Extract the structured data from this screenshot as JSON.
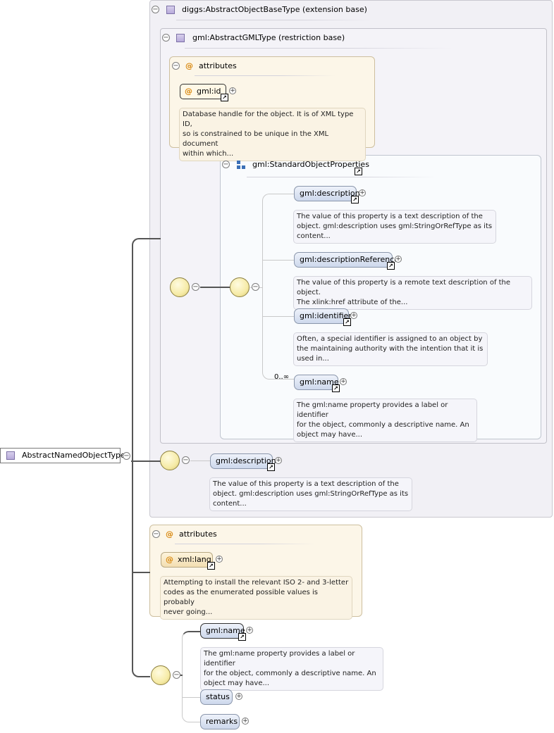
{
  "root": {
    "label": "AbstractNamedObjectType"
  },
  "base_type": {
    "label": "diggs:AbstractObjectBaseType (extension base)"
  },
  "gml_type": {
    "label": "gml:AbstractGMLType (restriction base)"
  },
  "attributes_label": "attributes",
  "gml_id": {
    "label": "gml:id",
    "doc": [
      "Database handle for the object. It is of XML type ID,",
      "so is constrained to be unique in the XML document",
      "within which..."
    ]
  },
  "std_props": {
    "label": "gml:StandardObjectProperties"
  },
  "std_items": [
    {
      "label": "gml:description",
      "doc": [
        "The value of this property is a text description of the",
        "object. gml:description uses gml:StringOrRefType as its",
        "content..."
      ]
    },
    {
      "label": "gml:descriptionReference",
      "doc": [
        "The value of this property is a remote text description of the object.",
        "The xlink:href attribute of the..."
      ]
    },
    {
      "label": "gml:identifier",
      "doc": [
        "Often, a special identifier is assigned to an object by",
        "the maintaining authority with the intention that it is",
        "used in..."
      ]
    },
    {
      "label": "gml:name",
      "cardinality": "0..∞",
      "doc": [
        "The gml:name property provides a label or identifier",
        "for the object, commonly a descriptive name. An",
        "object may have..."
      ]
    }
  ],
  "base_description": {
    "label": "gml:description",
    "doc": [
      "The value of this property is a text description of the",
      "object. gml:description uses gml:StringOrRefType as its",
      "content..."
    ]
  },
  "xml_lang": {
    "label": "xml:lang",
    "doc": [
      "Attempting to install the relevant ISO 2- and 3-letter",
      "codes as the enumerated possible values is probably",
      "never going..."
    ]
  },
  "bottom_items": [
    {
      "label": "gml:name",
      "doc": [
        "The gml:name property provides a label or identifier",
        "for the object, commonly a descriptive name. An",
        "object may have..."
      ]
    },
    {
      "label": "status"
    },
    {
      "label": "remarks"
    }
  ],
  "glyphs": {
    "minus": "−",
    "plus": "+",
    "link": "↗",
    "at": "@"
  }
}
